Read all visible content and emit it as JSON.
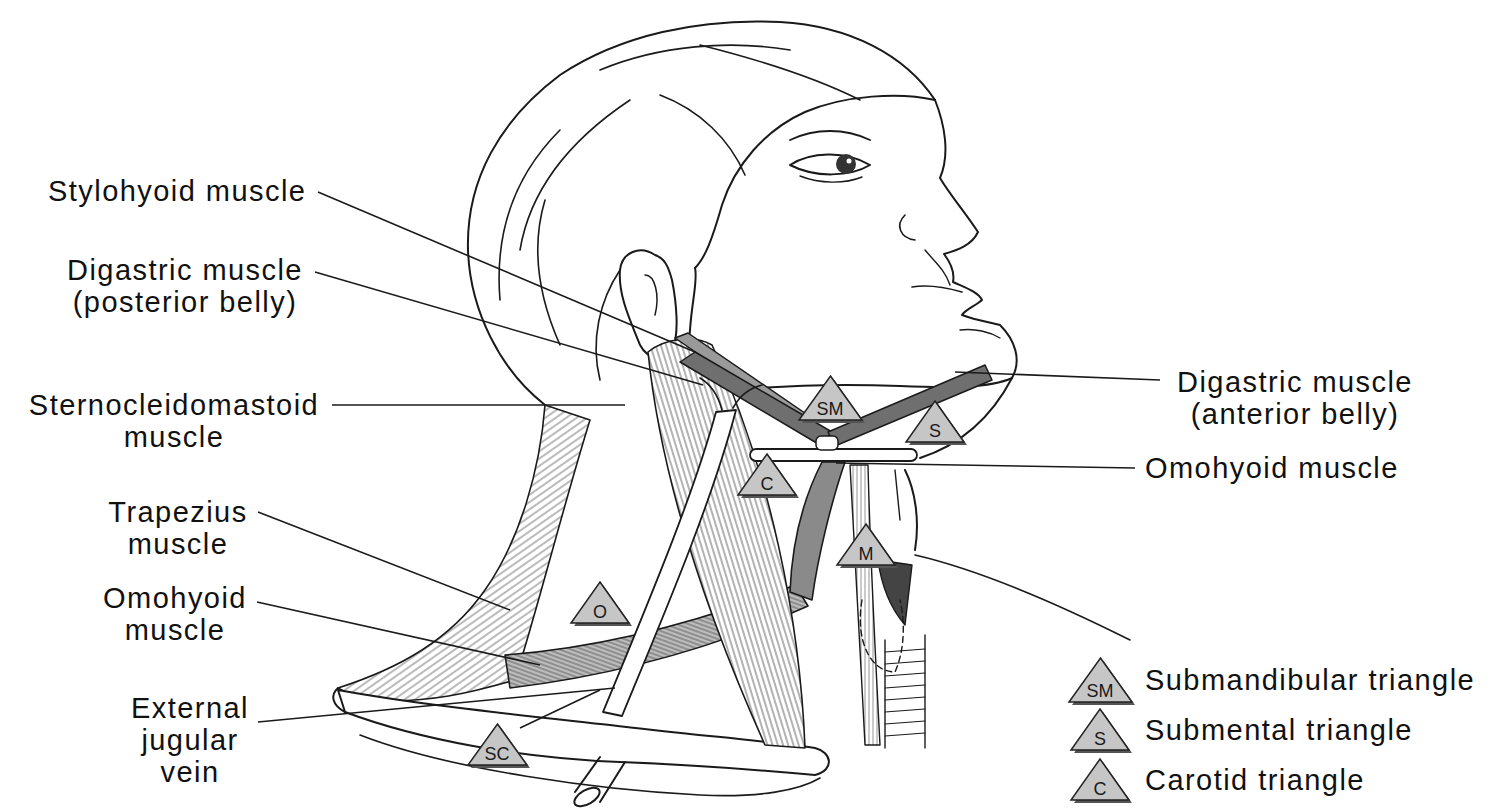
{
  "diagram": {
    "nodes": [
      {
        "text": [
          "SM"
        ]
      },
      {
        "text": [
          "S"
        ]
      },
      {
        "text": [
          "C"
        ]
      },
      {
        "text": [
          "M"
        ]
      },
      {
        "text": [
          "O"
        ]
      },
      {
        "text": [
          "SM"
        ]
      },
      {
        "text": [
          "S"
        ]
      },
      {
        "text": [
          "SC"
        ]
      },
      {
        "text": [
          "C"
        ]
      }
    ],
    "labels": [
      "Stylohyoid muscle",
      "Digastric muscle (posterior belly)",
      "Digastric muscle (anterior belly)",
      "Sternocleidomastoid muscle",
      "Omohyoid muscle",
      "Trapezius muscle",
      "Omohyoid muscle",
      "External jugular vein"
    ],
    "legend": [
      {
        "text": "Submandibular triangle"
      },
      {
        "text": "Submental triangle"
      },
      {
        "text": "Carotid triangle"
      }
    ]
  }
}
